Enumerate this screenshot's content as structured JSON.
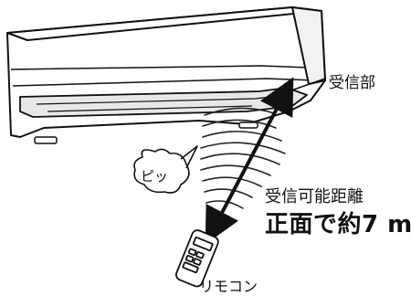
{
  "labels": {
    "receiver": "受信部",
    "range_title": "受信可能距離",
    "range_value": "正面で約7 m",
    "remote": "リモコン",
    "beep": "ピッ"
  },
  "colors": {
    "line": "#111111",
    "fill": "#ffffff",
    "panel_shade": "#e8e8e8"
  },
  "icons": [
    "air-conditioner-icon",
    "remote-control-icon",
    "signal-waves-icon",
    "double-arrow-icon",
    "speech-bubble-icon"
  ]
}
